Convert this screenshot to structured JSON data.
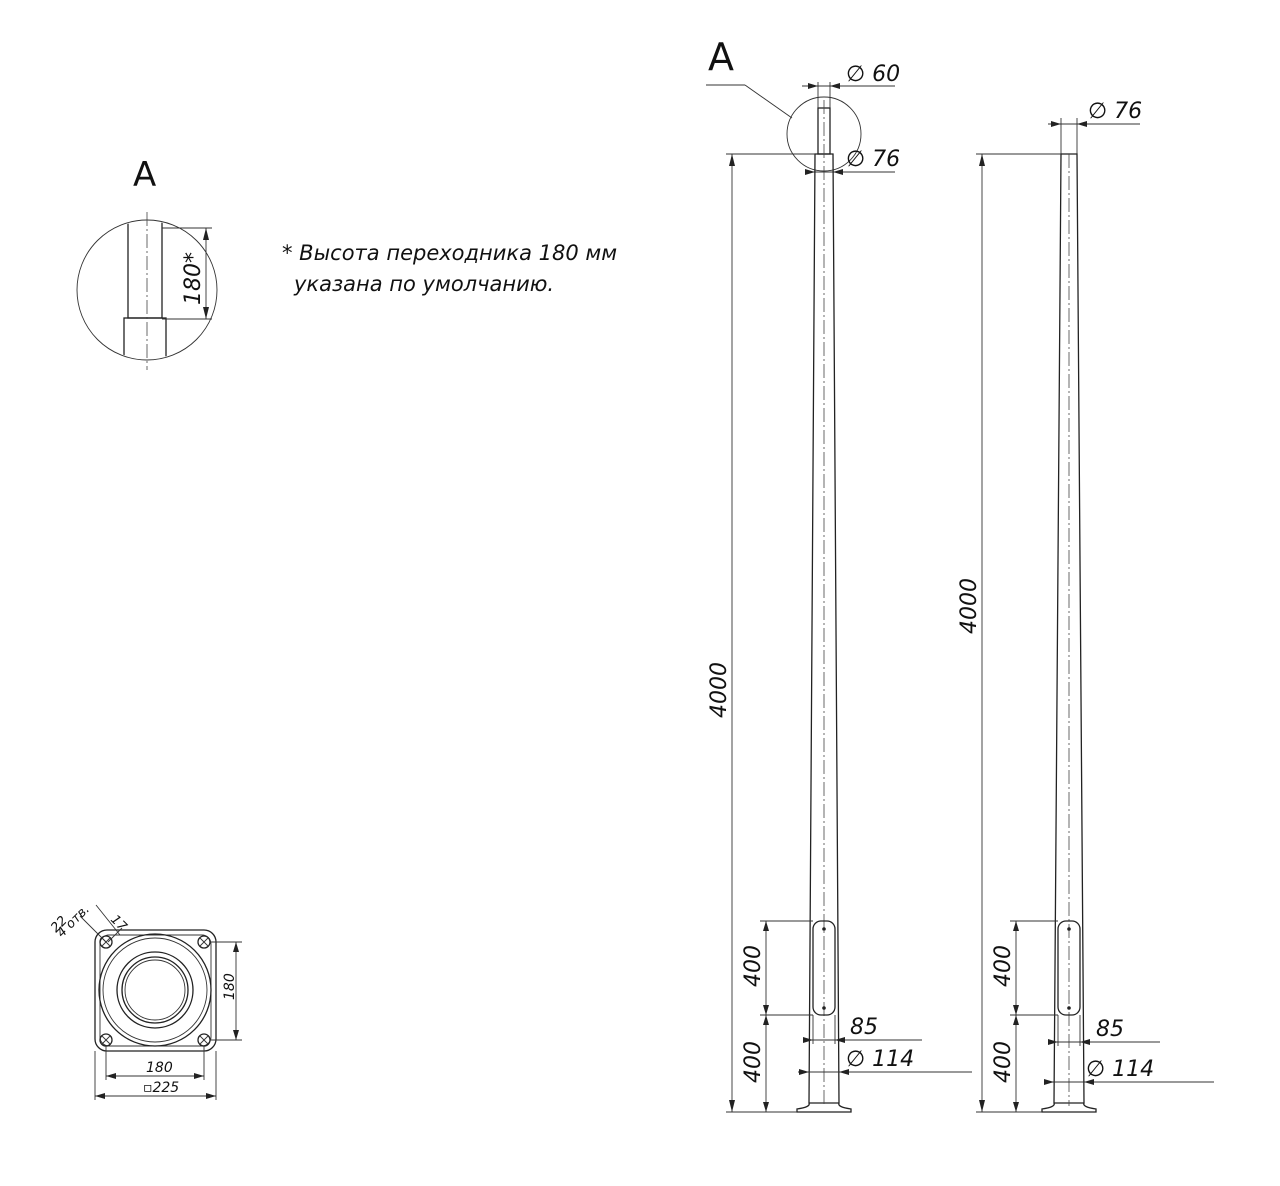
{
  "detail_view": {
    "letter": "A",
    "adapter_height": "180*"
  },
  "note": {
    "line1": "* Высота переходника 180 мм",
    "line2": "указана по умолчанию."
  },
  "base_plate": {
    "holes_dim": "22",
    "holes_label": "4 отв.",
    "gap_dim": "17",
    "hole_spacing_v": "180",
    "hole_spacing_h": "180",
    "plate_size": "▫225"
  },
  "pole_with_adapter": {
    "callout_letter": "A",
    "adapter_diameter": "∅ 60",
    "top_diameter": "∅ 76",
    "height": "4000",
    "hatch_height": "400",
    "hatch_offset": "400",
    "hatch_width": "85",
    "base_diameter": "∅ 114"
  },
  "pole_plain": {
    "top_diameter": "∅ 76",
    "height": "4000",
    "hatch_height": "400",
    "hatch_offset": "400",
    "hatch_width": "85",
    "base_diameter": "∅ 114"
  }
}
